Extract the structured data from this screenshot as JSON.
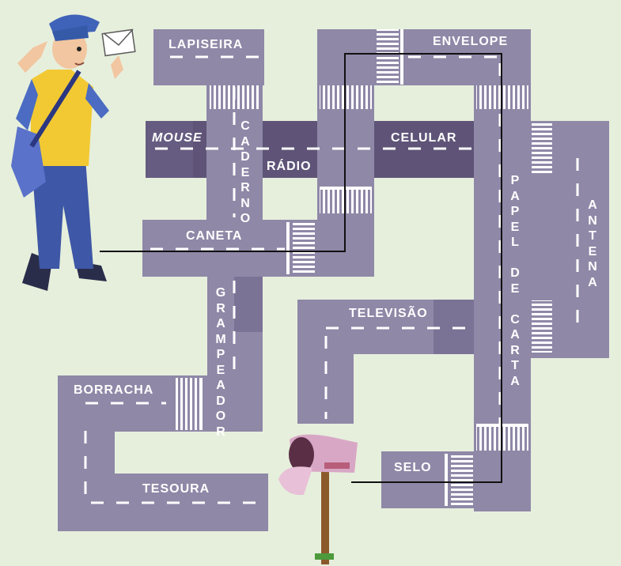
{
  "labels": {
    "lapiseira": "LAPISEIRA",
    "envelope": "ENVELOPE",
    "mouse": "MOUSE",
    "celular": "CELULAR",
    "radio": "RÁDIO",
    "caneta": "CANETA",
    "televisao": "TELEVISÃO",
    "borracha": "BORRACHA",
    "tesoura": "TESOURA",
    "selo": "SELO",
    "caderno": "CADERNO",
    "grampeador": "GRAMPEADOR",
    "papel_de_carta": "PAPEL DE CARTA",
    "antena": "ANTENA"
  },
  "colors": {
    "background": "#e6efdc",
    "road": "#8e87a6",
    "road_dark": "#5a4f73",
    "path_line": "#111111",
    "mailbox": "#d9a7c6"
  },
  "icons": [
    "mailman-icon",
    "envelope-icon",
    "mailbox-icon"
  ]
}
